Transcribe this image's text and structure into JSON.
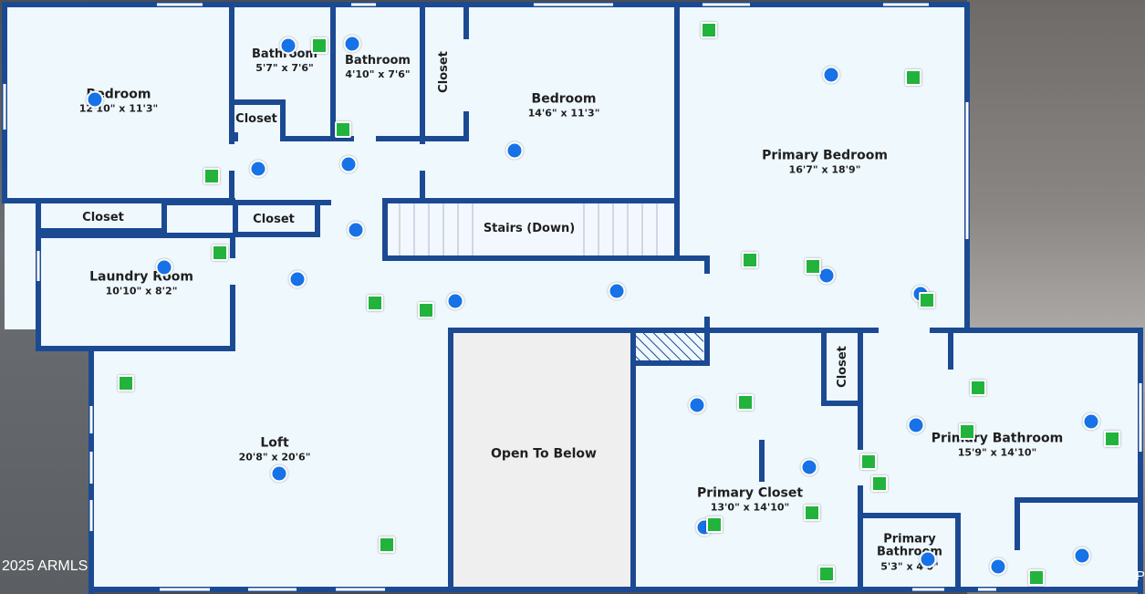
{
  "rooms": {
    "bedroom_left": {
      "name": "Bedroom",
      "dims": "12'10\" x 11'3\""
    },
    "bathroom_1": {
      "name": "Bathroom",
      "dims": "5'7\" x 7'6\""
    },
    "bathroom_2": {
      "name": "Bathroom",
      "dims": "4'10\" x 7'6\""
    },
    "closet_vert_top": {
      "name": "Closet"
    },
    "bedroom_mid": {
      "name": "Bedroom",
      "dims": "14'6\" x 11'3\""
    },
    "primary_bedroom": {
      "name": "Primary Bedroom",
      "dims": "16'7\" x 18'9\""
    },
    "closet_small_top": {
      "name": "Closet"
    },
    "closet_left": {
      "name": "Closet"
    },
    "closet_mid": {
      "name": "Closet"
    },
    "stairs": {
      "name": "Stairs (Down)"
    },
    "laundry": {
      "name": "Laundry Room",
      "dims": "10'10\" x 8'2\""
    },
    "loft": {
      "name": "Loft",
      "dims": "20'8\" x 20'6\""
    },
    "open_below": {
      "name": "Open To Below"
    },
    "closet_vert_right": {
      "name": "Closet"
    },
    "primary_closet": {
      "name": "Primary Closet",
      "dims": "13'0\" x 14'10\""
    },
    "primary_bathroom": {
      "name": "Primary Bathroom",
      "dims": "15'9\" x 14'10\""
    },
    "primary_bathroom_small": {
      "name": "Primary Bathroom",
      "dims": "5'3\" x 4'0\""
    }
  },
  "watermark": "2025 ARMLS",
  "edge_glyph": "P",
  "markers": {
    "blue_color": "#1672e6",
    "green_color": "#22b33c",
    "wall_color": "#1b4a93",
    "floor_color": "#eff8fd"
  }
}
